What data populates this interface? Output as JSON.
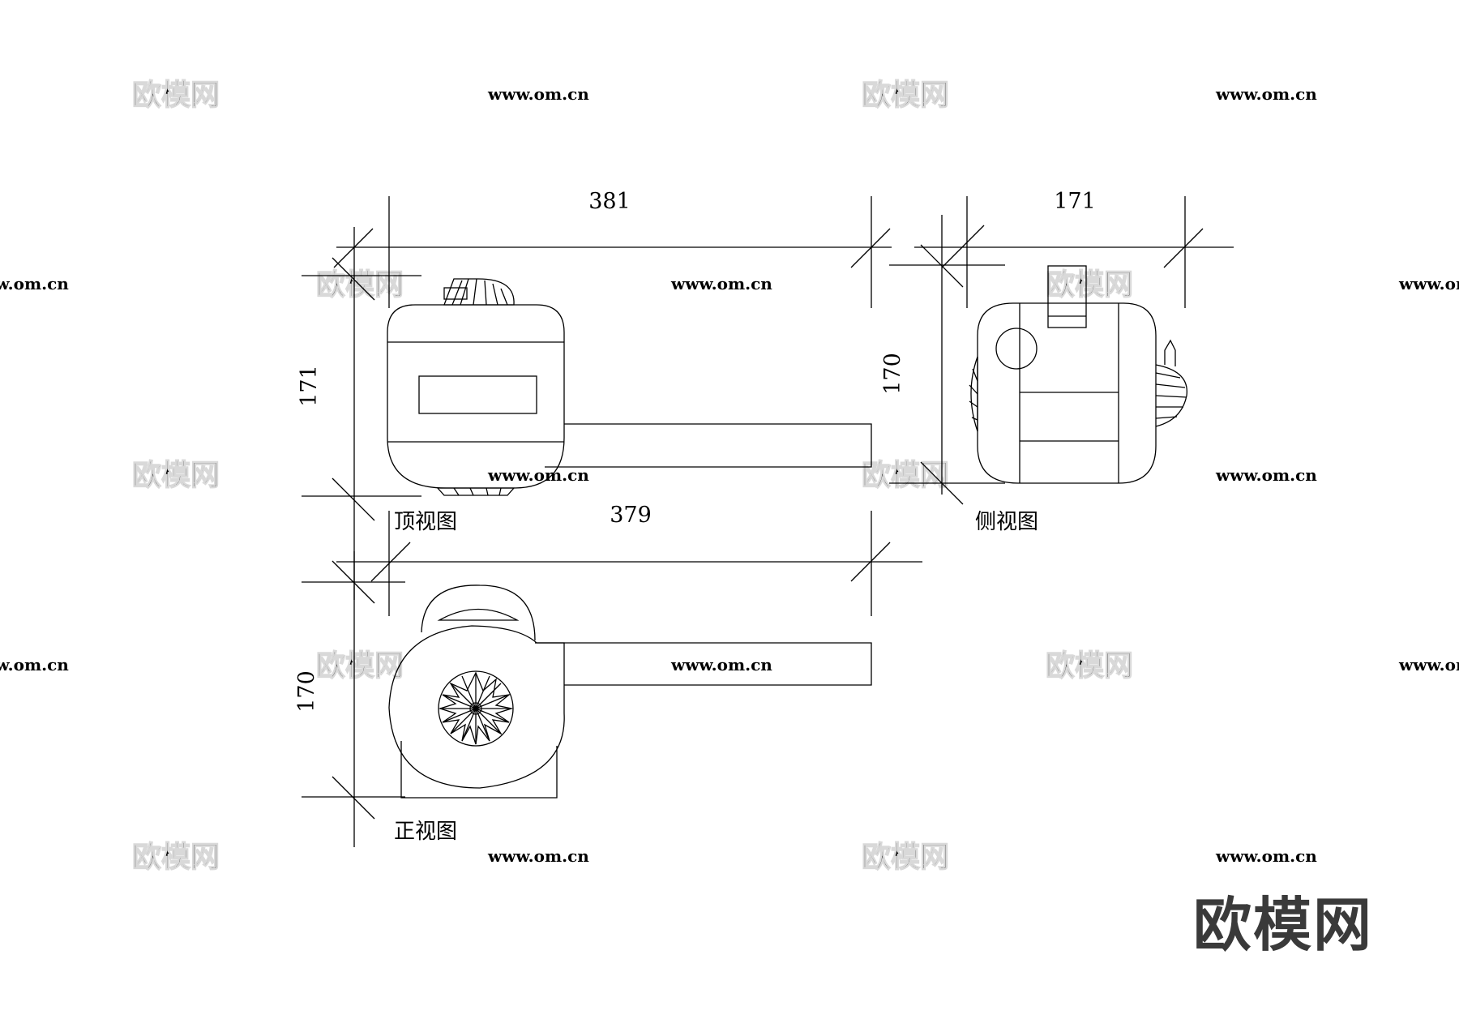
{
  "views": {
    "top": {
      "caption": "顶视图",
      "width_dim": "381",
      "height_dim": "171"
    },
    "side": {
      "caption": "侧视图",
      "width_dim": "171",
      "height_dim": "170"
    },
    "front": {
      "caption": "正视图",
      "width_dim": "379",
      "height_dim": "170"
    }
  },
  "watermark": {
    "logo": "欧模网",
    "url": "www.om.cn"
  },
  "brand": "欧模网"
}
